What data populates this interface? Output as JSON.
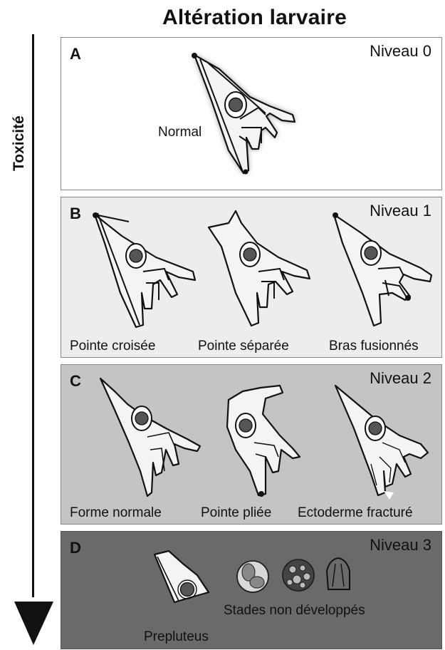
{
  "title": "Altération larvaire",
  "axis_label": "Toxicité",
  "panels": [
    {
      "letter": "A",
      "level": "Niveau 0",
      "captions": [
        "Normal"
      ]
    },
    {
      "letter": "B",
      "level": "Niveau 1",
      "captions": [
        "Pointe croisée",
        "Pointe séparée",
        "Bras fusionnés"
      ]
    },
    {
      "letter": "C",
      "level": "Niveau 2",
      "captions": [
        "Forme normale",
        "Pointe pliée",
        "Ectoderme fracturé"
      ]
    },
    {
      "letter": "D",
      "level": "Niveau 3",
      "captions": [
        "Prepluteus",
        "Stades non développés"
      ]
    }
  ],
  "colors": {
    "panel_a": "#ffffff",
    "panel_b": "#ededed",
    "panel_c": "#c4c4c4",
    "panel_d": "#6a6a6a",
    "larva_fill": "#f4f4f4",
    "nucleus": "#555555"
  }
}
